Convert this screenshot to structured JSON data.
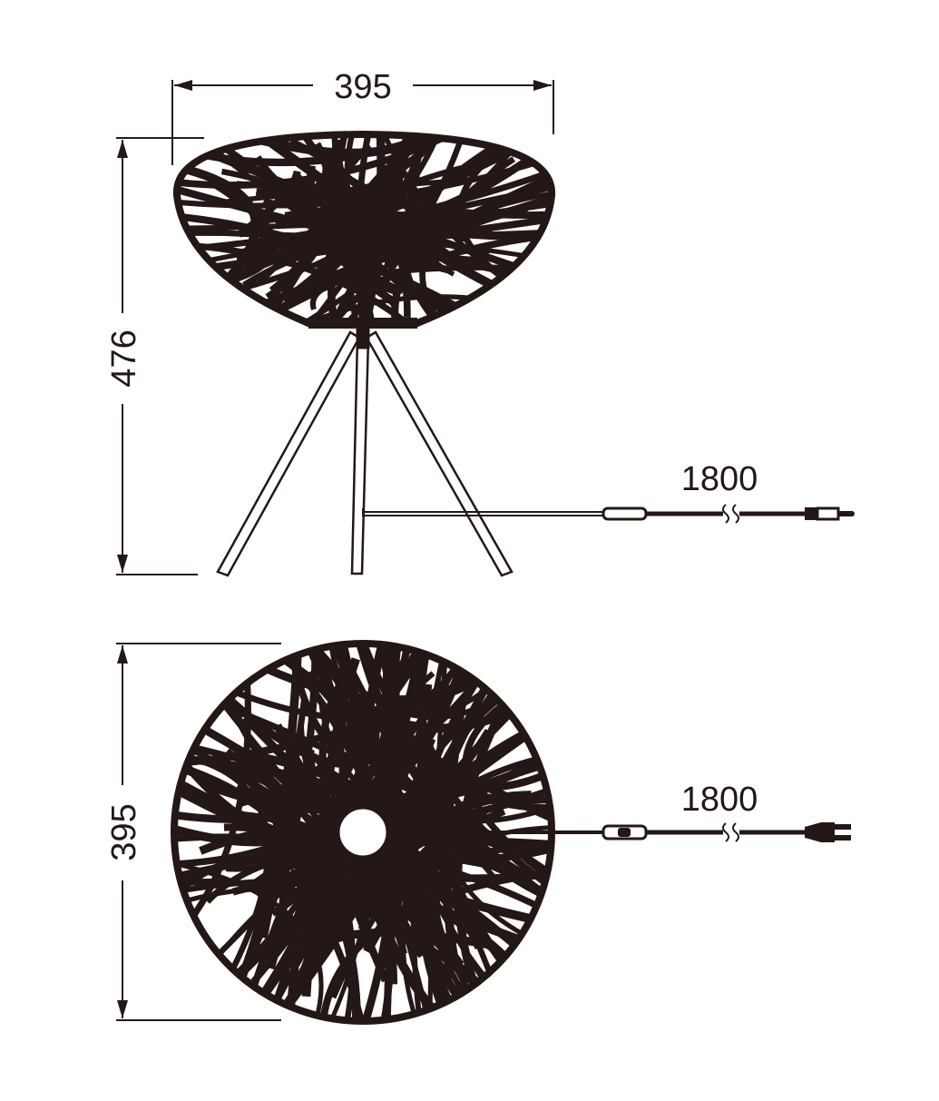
{
  "side_view": {
    "width_label": "395",
    "height_label": "476",
    "cord_length_label": "1800"
  },
  "top_view": {
    "diameter_label": "395",
    "cord_length_label": "1800"
  },
  "colors": {
    "ink": "#231815",
    "background": "#ffffff"
  }
}
